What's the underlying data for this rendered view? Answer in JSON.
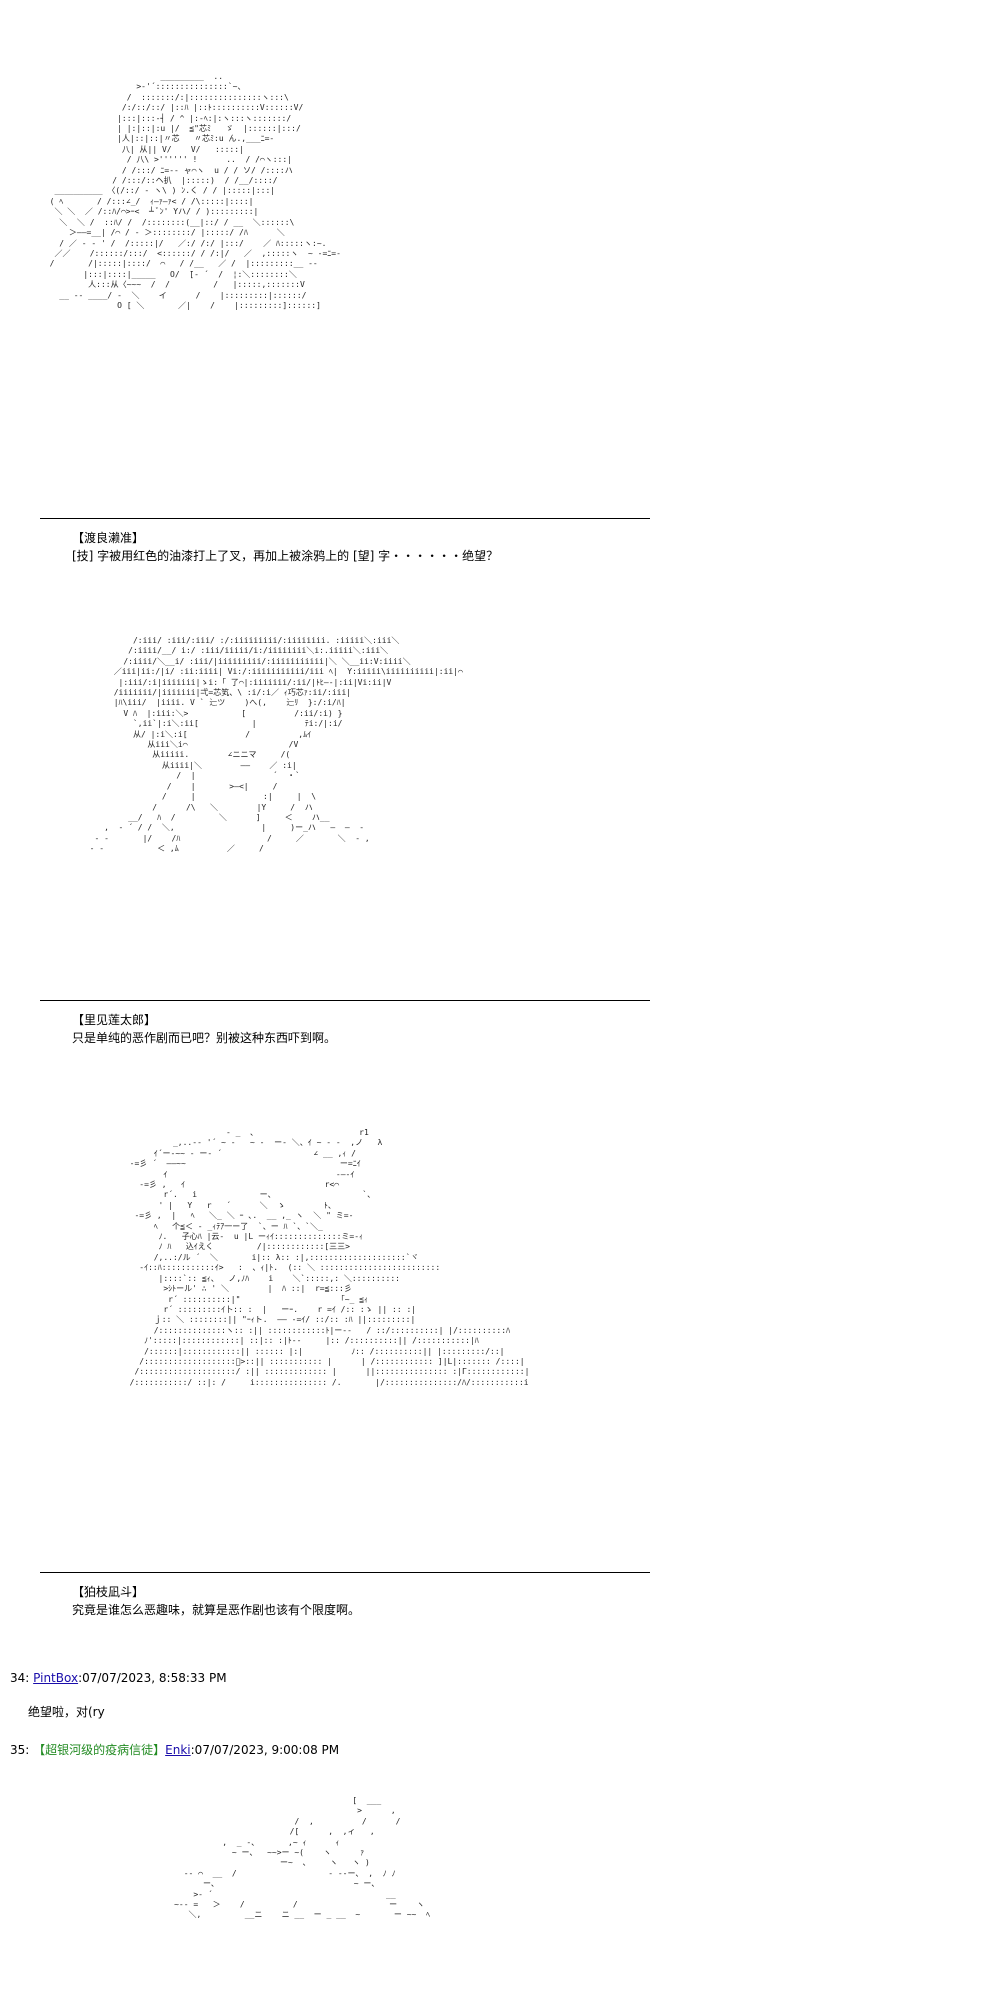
{
  "blocks": [
    {
      "art": "                         _________  ..\n                    >‐'´:::::::::::::::`~、\n                  /  :::::::/:|:::::::::::::::ヽ:::\\\n                 /:/::/::/ |::ﾊ |::ﾄ::::::::::V::::::V/\n                |:::|:::-┤ / ^ |:-ﾍ:|:ヽ:::ヽ:::::::/\n                | |:|::|:u |/  ≦\"芯ﾐ   ゞ  |::::::|:::/\n                |人|::|::|〃芯   〃芯ﾐ:u ん.,___ﾆ=-\n                 八| 从|| V/    V/   :::::|\n                  / 八\\ >'''''' !      ..  / /⌒ヽ:::|\n                 / /:::/ ﾆ=-- ャ⌒ヽ  u / / ソ/ /::::ハ\n               / /:::/::ヘ扒  |:::::)  / /__/::::/\n   __________ 〈(/::/ - ヽ\\ ) ﾝ.く / / |:::::|:::|\n  ( ﾍ       / /:::∠_/  ｨ―ｧ―ｧ< / /\\:::::|::::|\n   ＼ ＼  ／ /::ﾊ/⌒>ｰ<  ┴ ﾞﾝ' Yハ/ / ):::::::::|\n    ＼  ＼ /  ::ﾊ/ /  /::::::::(__|::/ / __  ＼::::::\\\n      ＞――=__| /⌒ / - ＞::::::::/ |:::::/ /ﾊ      ＼\n    / ／ - ‐ ' /  /:::::|/   ／:/ /:/ |:::/    ／ ﾊ:::::ヽ:~.\n   ／／    /::::::/:::/  <::::::/ / /:|/   ／  ,:::::ヽ  ~ -=ﾆ=-\n  /       /|:::::|::::/  ⌒   / /__   ／ /  |:::::::::__ -‐\n         |:::|::::|_____   O/  ̄[- ´  /  ¦:＼::::::::＼\n          人:::从〈~~~  /  /         /   |:::::,:::::::V\n    __ -‐ ____/ -  ＼    イ      /    |:::::::::|::::::/\n                O [ ＼       ／|    /    |:::::::::]::::::]",
      "speaker": "【渡良濑准】",
      "line": "[技] 字被用红色的油漆打上了叉，再加上被涂鸦上的 [望] 字・・・・・・绝望？"
    },
    {
      "art": "           /:iii/ :iii/:iii/ :/:iiiiiiiii/:iiiiiiii. :iiiii＼:iii＼\n          /:iiii/__/ i:/ :iii/iiiii/i:/iiiiiiii＼i:.iiiii＼:iii＼\n         /:iiii/＼__i/ :iii/|iiiiiiiii/:iiiiiiiiiii|＼ ＼__ii:V:iiii＼\n       ／iii|ii:/|i/ :ii:iiii| Vi:/:iiiiiiiiiii/iii ﾍ|  Y:iiiii\\iiiiiiiiii|:ii|⌒\n        |:iii/:i|iiiiiii|ゝi:「 了⌒|:iiiiiii/:ii/|ﾄﾋ―‐|:ii|Vi:ii|V\n       /iiiiiii/|iiiiiii|弌=芯笂、\\ :i/:i／ ｨ巧芯ｧ:ii/:iii|\n       |ﾊ\\iii/  |iiii. V ` 辷ツ    )へ(,    辷ﾘ  }:/:i/ﾊ|\n         V ﾊ  |:iii:＼>           [          /:ii/:i) }\n           `,ii`|:i＼:ii[           |          ﾃi:/|:i/\n           从/ |:i＼:i[            /          ,ﾑｲ\n              从iii＼i⌒                     /V\n               从iiiii.        ∠ニニマ     /(\n                 从iiii|＼        ――    ／ :i|\n                    /  |                ´  ・`\n                  /    |       >―<|     /\n                 /     |              :|     |  \\\n               /      /\\   ＼        |Y     /  ハ\n          __/   ﾊ  /         ＼      ]     ＜    ハ__\n     ,  ‐ ´ / /  ＼,                  |     )ー_ハ   ―  ―  -\n   - ‐       |/    /ﾊ                  /     ／       ＼  - ,\n  ‐ ‐           ＜ ,ﾑ          ／     /",
      "speaker": "【里见莲太郎】",
      "line": "只是单纯的恶作剧而已吧？别被这种东西吓到啊。"
    },
    {
      "art": "                      ‐ _  、                     r1\n           _,..-‐ '´ ~ ‐   ~ -  ー- ＼、ｲ ~ ‐ -  ,ノ   λ\n       ｲ´ー-~~ - ー‐ ´                   ∠ __ ,ｨ /\n  -=彡 ´  ――~~                                ー=ﾆｲ\n         ｲ                                   -―‐ｲ\n    -=彡 ,   ｲ                             r<⌒\n         r´.   i             ー、                  `、\n        ' |   Y   r   ´      ＼  ゝ        ﾄ、\n   -=彡 ,  |   ﾍ   ＼_ ＼ ｰ ､.  __ ,_ ヽ  ＼ \" ミ=-\n       ﾍ   个≦＜ ‐ _ｨﾃｱ一ー了  `、ー ﾊ `、`＼_\n        ﾉ.   子心ﾊ |云-  u |L ーｨｲ::::::::::::::ミ=-ｨ\n        ﾉ ﾊ   込ｲえく         /|::::::::::::[三三> \n       /,..:/ル ´  ＼       i|:: λ:: :|,::::::::::::::::::::`ヾ\n    -ｲ::ﾊ:::::::::::ｲ>   :  、ｨ|ﾄ.  (:: ＼ :::::::::::::::::::::::::\n        |::::`:: ≦ｨ、  ノ,ﾉﾊ    i    ＼`:::::,: ＼::::::::::\n         >ｼﾄール' ∴ ' ＼        |  ﾊ ::|  r=≦:::彡\n          r´ ::::::::::|\"                    「~_ ≦ｨ\n         r´ :::::::::ｲ卜:: :  |   ーｰ.    r =ｲ /:: :ゝ || :: :|\n       ｊ:: ＼ ::::::::|| \"ｰｨト.  ―― -=ｲ/ ::/:: :ﾊ ||:::::::::|\n       /::::::::::::::ヽ:: :|| ::::::::::::ﾄ|ー-‐   / ::/::::::::::| |/::::::::::ﾊ\n     ﾉ':::::|::::::::::::| ::|:: :|ﾄ--     |:: /::::::::::|| /:::::::::::|ﾊ\n     /::::::|::::::::::::|| :::::: |:|          ﾉ:: /::::::::::|| |:::::::::/::|\n    /:::::::::::::::::::ﾟ>::|| ::::::::::: |      | /:::::::::::: ]|L|::::::: /::::|\n   /::::::::::::::::::::/ :|| ::::::::::::: |      ||::::::::::::::: :|Γ::::::::::::|\n  /:::::::::::/ ::|: /     i::::::::::::::: /.       |/:::::::::::::::/ﾊ/:::::::::::i",
      "speaker": "【狛枝凪斗】",
      "line": "究竟是谁怎么恶趣味，就算是恶作剧也该有个限度啊。"
    },
    {
      "art": "                                          [  ___\n                                           >      ,\n                              /  ,          /      /\n                             /[      ,  ,ィ   ,\n               ,  _ -、      ,~ ｨ      ｨ\n                 ~ ー、  ~~>ー ~(    ヽ      ｧ\n                           ー~  、    ヽ   ヽ )\n       -- ⌒  __  /                   - --ー、 ,  ﾉ ﾉ\n           ー、                            ~ ー、\n         >‐ ´                                    __\n     ~-- =   ＞    /          /                   ー    ヽ\n        ＼,         __ニ    ニ __  ー _ __  ~       ー ~~  ﾍ"
    }
  ],
  "posts": [
    {
      "number": "34: ",
      "name": "PintBox",
      "timestamp": ":07/07/2023, 8:58:33 PM",
      "body": "绝望啦，对(ry"
    },
    {
      "number": "35: ",
      "name": "【超银河级的疫病信徒】",
      "name2": "Enki",
      "timestamp": ":07/07/2023, 9:00:08 PM"
    }
  ]
}
